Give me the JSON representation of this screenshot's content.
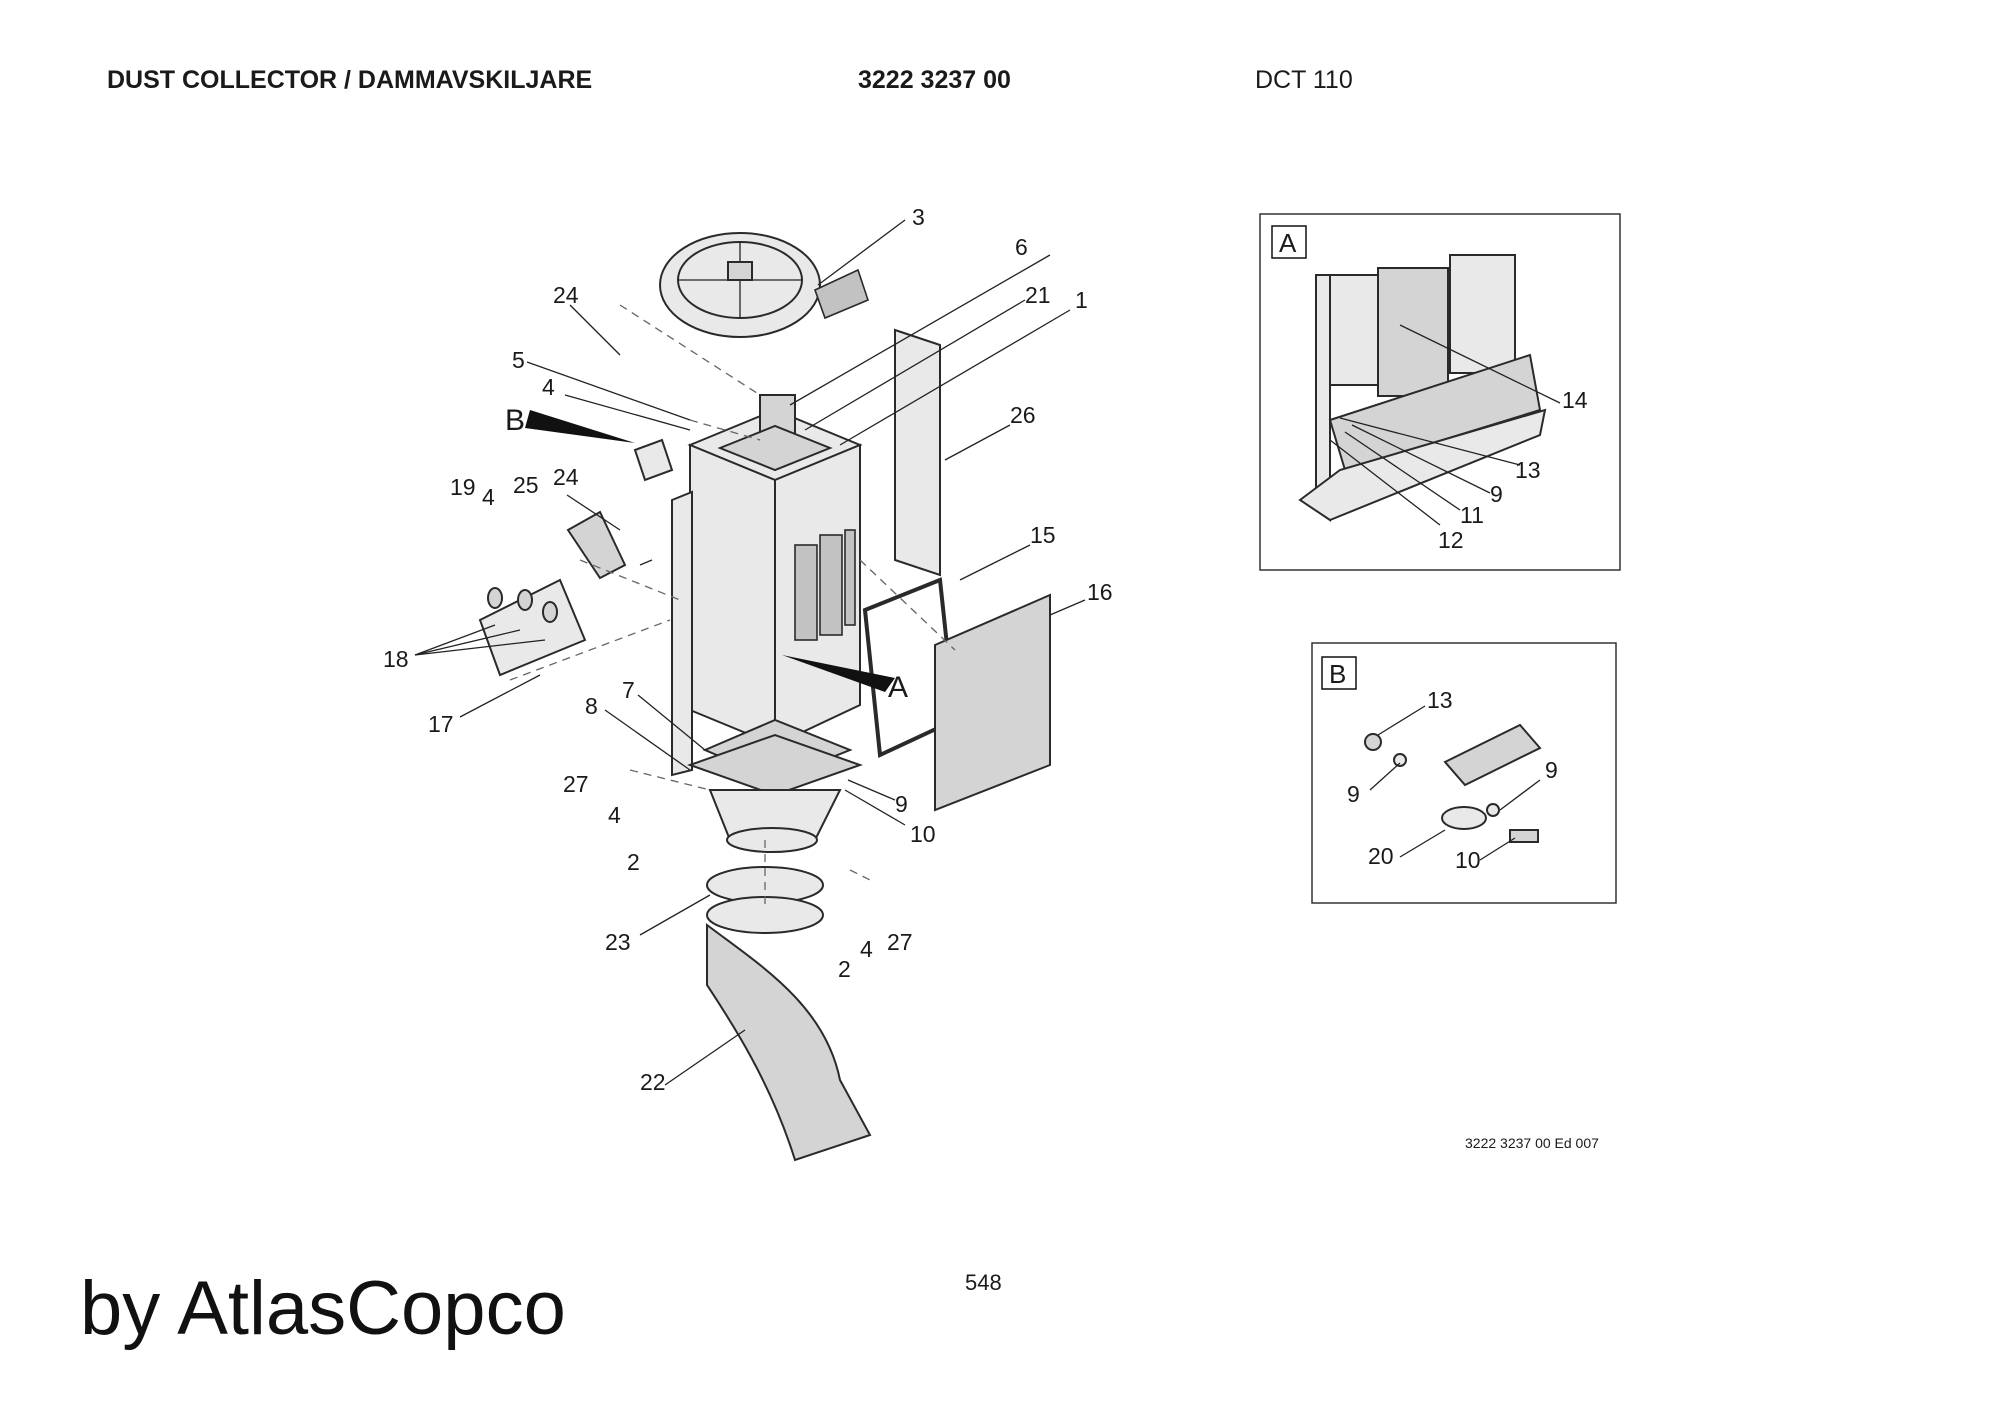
{
  "header": {
    "title": "DUST COLLECTOR / DAMMAVSKILJARE",
    "part_number": "3222 3237 00",
    "model": "DCT 110"
  },
  "callouts": {
    "main": [
      "3",
      "6",
      "21",
      "1",
      "24",
      "5",
      "4",
      "B",
      "26",
      "19",
      "4",
      "25",
      "24",
      "15",
      "16",
      "18",
      "A",
      "17",
      "7",
      "8",
      "27",
      "4",
      "9",
      "10",
      "2",
      "23",
      "2",
      "4",
      "27",
      "22"
    ],
    "detail_a": [
      "14",
      "13",
      "9",
      "11",
      "12"
    ],
    "detail_b": [
      "13",
      "9",
      "9",
      "20",
      "10"
    ]
  },
  "detail_frames": {
    "a": "A",
    "b": "B"
  },
  "footer": {
    "edition": "3222 3237 00 Ed 007",
    "page_number": "548",
    "brand": "by AtlasCopco"
  }
}
